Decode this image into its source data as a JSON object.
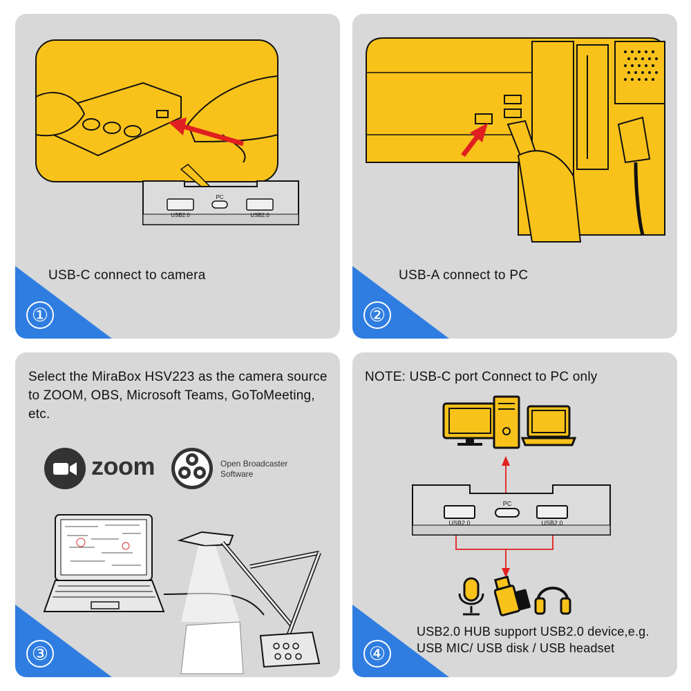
{
  "colors": {
    "accent_yellow": "#f8c21b",
    "accent_blue": "#2f7de1",
    "arrow_red": "#e02020",
    "panel_bg": "#d8d8d8"
  },
  "step1": {
    "number": "①",
    "caption": "USB-C connect to camera",
    "hub": {
      "port_left": "USB2.0",
      "port_center": "PC",
      "port_right": "USB2.0"
    }
  },
  "step2": {
    "number": "②",
    "caption": "USB-A connect to PC"
  },
  "step3": {
    "number": "③",
    "title": "Select the MiraBox HSV223 as the camera source to ZOOM, OBS, Microsoft Teams, GoToMeeting, etc.",
    "zoom_logo": {
      "text": "zoom",
      "icon": "zoom-camera-icon"
    },
    "obs_logo": {
      "line1": "Open Broadcaster",
      "line2": "Software",
      "icon": "obs-icon"
    }
  },
  "step4": {
    "number": "④",
    "note": "NOTE: USB-C port  Connect to PC only",
    "hub": {
      "port_left": "USB2.0",
      "port_center": "PC",
      "port_right": "USB2.0"
    },
    "description_line1": "USB2.0 HUB support USB2.0 device,e.g.",
    "description_line2": "USB MIC/ USB disk / USB headset"
  }
}
